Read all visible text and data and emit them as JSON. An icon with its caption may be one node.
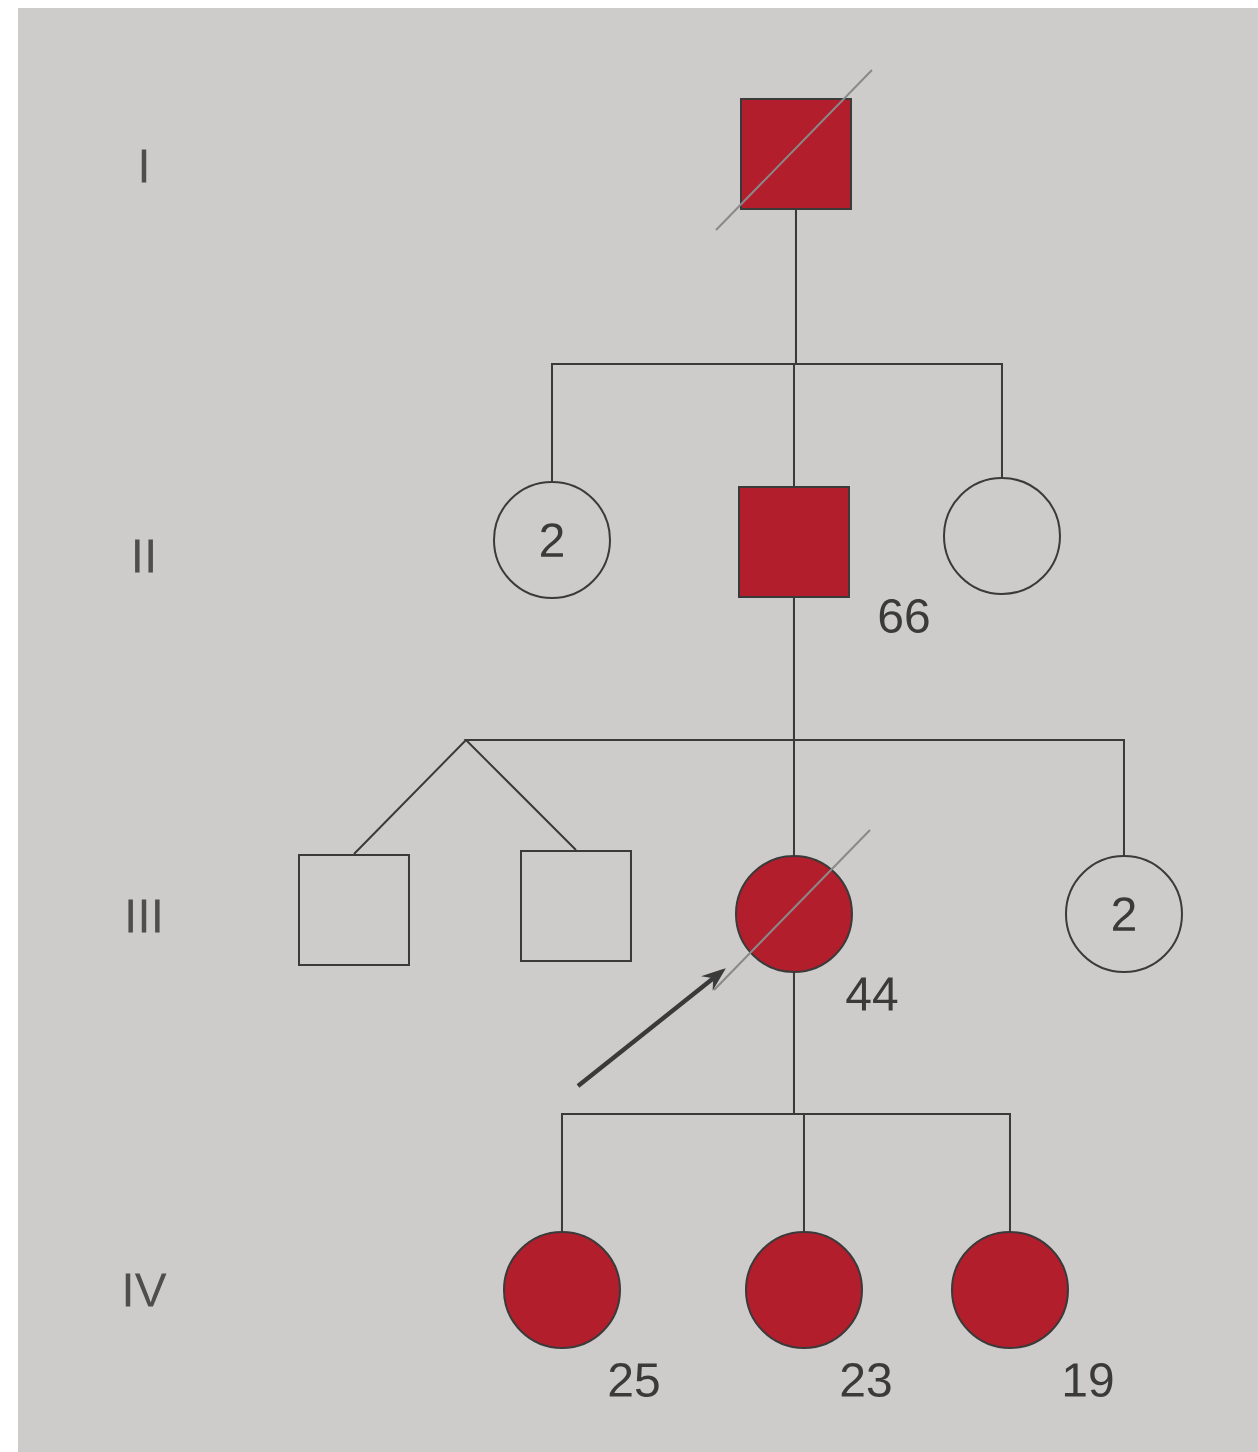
{
  "diagram": {
    "nodes": [
      {
        "text": [],
        "shape": "box"
      },
      {
        "text": [
          "2"
        ]
      },
      {
        "text": [],
        "shape": "box",
        "beside": [
          "66"
        ]
      },
      {
        "text": [],
        "shape": "circle"
      },
      {
        "text": [],
        "shape": "box"
      },
      {
        "text": [],
        "shape": "box"
      },
      {
        "text": [],
        "shape": "circle",
        "beside": [
          "44"
        ]
      },
      {
        "text": [
          "2"
        ]
      },
      {
        "text": [],
        "shape": "circle",
        "beside": [
          "25"
        ]
      },
      {
        "text": [],
        "shape": "circle",
        "beside": [
          "23"
        ]
      },
      {
        "text": [],
        "shape": "circle",
        "beside": [
          "19"
        ]
      }
    ],
    "edges": [
      {
        "from": 0,
        "to": 1,
        "arrow": "none"
      },
      {
        "from": 0,
        "to": 2,
        "arrow": "none"
      },
      {
        "from": 0,
        "to": 3,
        "arrow": "none"
      },
      {
        "from": 2,
        "to": 4,
        "arrow": "none"
      },
      {
        "from": 2,
        "to": 5,
        "arrow": "none"
      },
      {
        "from": 2,
        "to": 6,
        "arrow": "none"
      },
      {
        "from": 2,
        "to": 7,
        "arrow": "none"
      },
      {
        "from": null,
        "to": 6,
        "arrow": "to"
      },
      {
        "from": 6,
        "to": 8,
        "arrow": "none"
      },
      {
        "from": 6,
        "to": 9,
        "arrow": "none"
      },
      {
        "from": 6,
        "to": 10,
        "arrow": "none"
      }
    ],
    "labels": [
      "I",
      "II",
      "III",
      "IV"
    ]
  }
}
